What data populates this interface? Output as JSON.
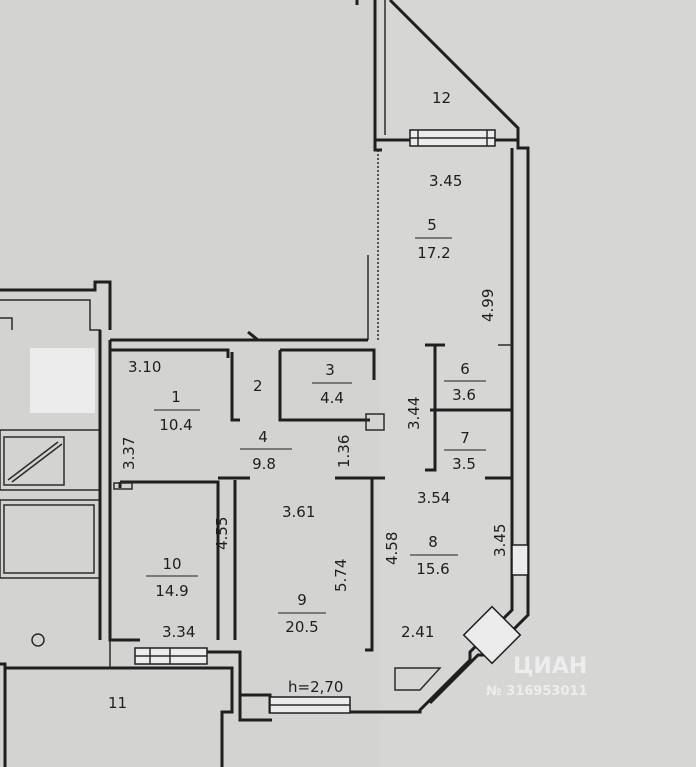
{
  "rooms": [
    {
      "id": "1",
      "num": "1",
      "area": "10.4"
    },
    {
      "id": "2",
      "num": "2",
      "area": ""
    },
    {
      "id": "3",
      "num": "3",
      "area": "4.4"
    },
    {
      "id": "4",
      "num": "4",
      "area": "9.8"
    },
    {
      "id": "5",
      "num": "5",
      "area": "17.2"
    },
    {
      "id": "6",
      "num": "6",
      "area": "3.6"
    },
    {
      "id": "7",
      "num": "7",
      "area": "3.5"
    },
    {
      "id": "8",
      "num": "8",
      "area": "15.6"
    },
    {
      "id": "9",
      "num": "9",
      "area": "20.5"
    },
    {
      "id": "10",
      "num": "10",
      "area": "14.9"
    },
    {
      "id": "11",
      "num": "11",
      "area": ""
    },
    {
      "id": "12",
      "num": "12",
      "area": ""
    }
  ],
  "dimensions": {
    "d345_top": "3.45",
    "d499": "4.99",
    "d310": "3.10",
    "d337": "3.37",
    "d344": "3.44",
    "d136": "1.36",
    "d354": "3.54",
    "d361": "3.61",
    "d455": "4.55",
    "d574": "5.74",
    "d458": "4.58",
    "d345_right": "3.45",
    "d334": "3.34",
    "d241": "2.41"
  },
  "ceiling_height": "h=2,70",
  "watermark": {
    "brand": "ЦИАН",
    "id": "№ 316953011"
  }
}
